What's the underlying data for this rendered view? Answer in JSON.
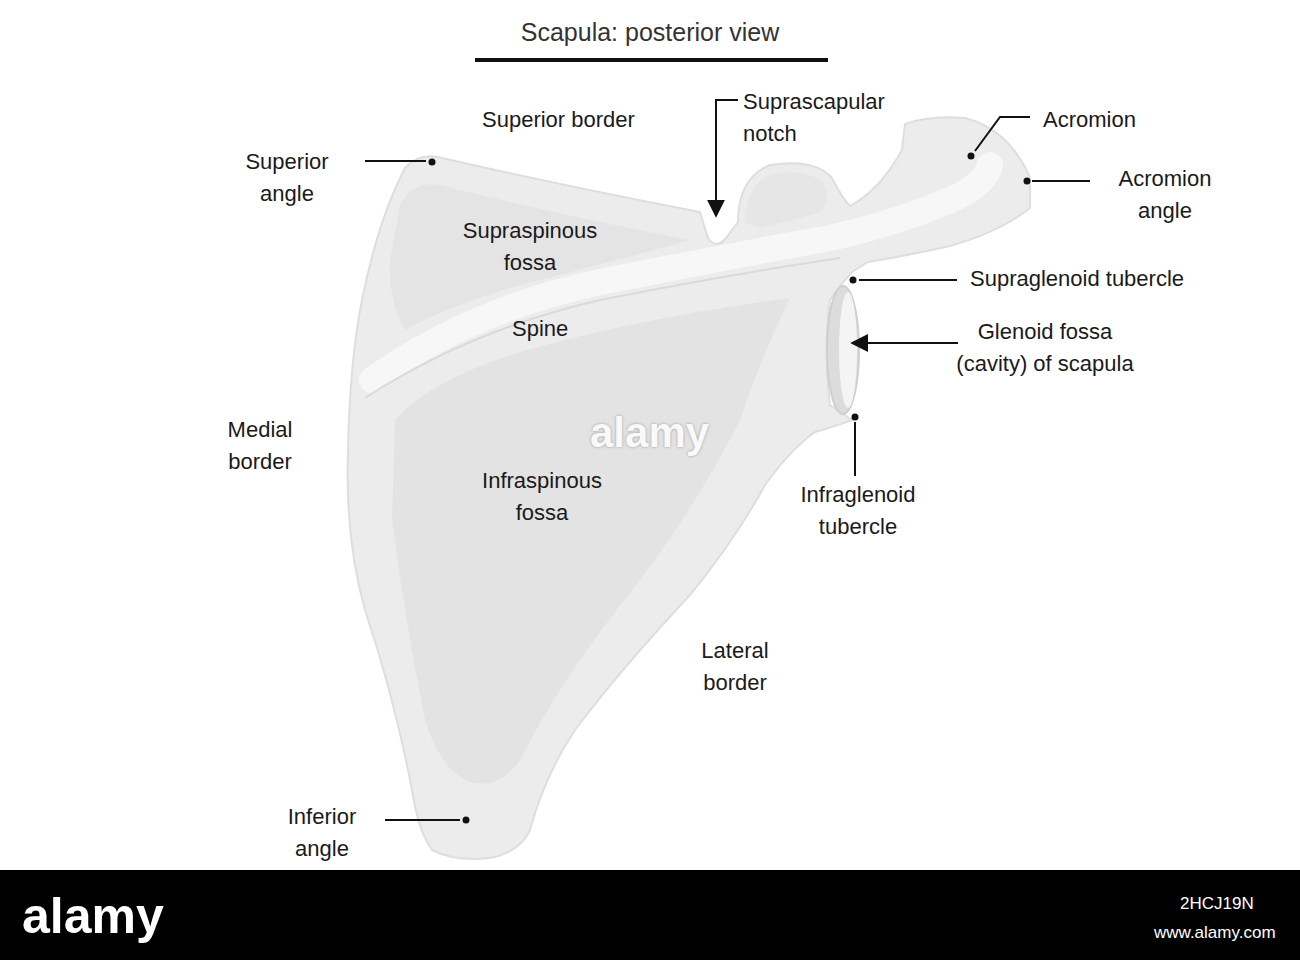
{
  "diagram": {
    "title": "Scapula: posterior view",
    "labels": [
      "Superior border",
      "Suprascapular notch",
      "Acromion",
      "Acromion angle",
      "Superior angle",
      "Supraspinous fossa",
      "Supraglenoid tubercle",
      "Spine",
      "Glenoid fossa (cavity) of scapula",
      "Medial border",
      "Infraspinous fossa",
      "Infraglenoid tubercle",
      "Lateral border",
      "Inferior angle",
      "alamy",
      "alamy",
      "2HCJ19N",
      "www.alamy.com"
    ]
  }
}
